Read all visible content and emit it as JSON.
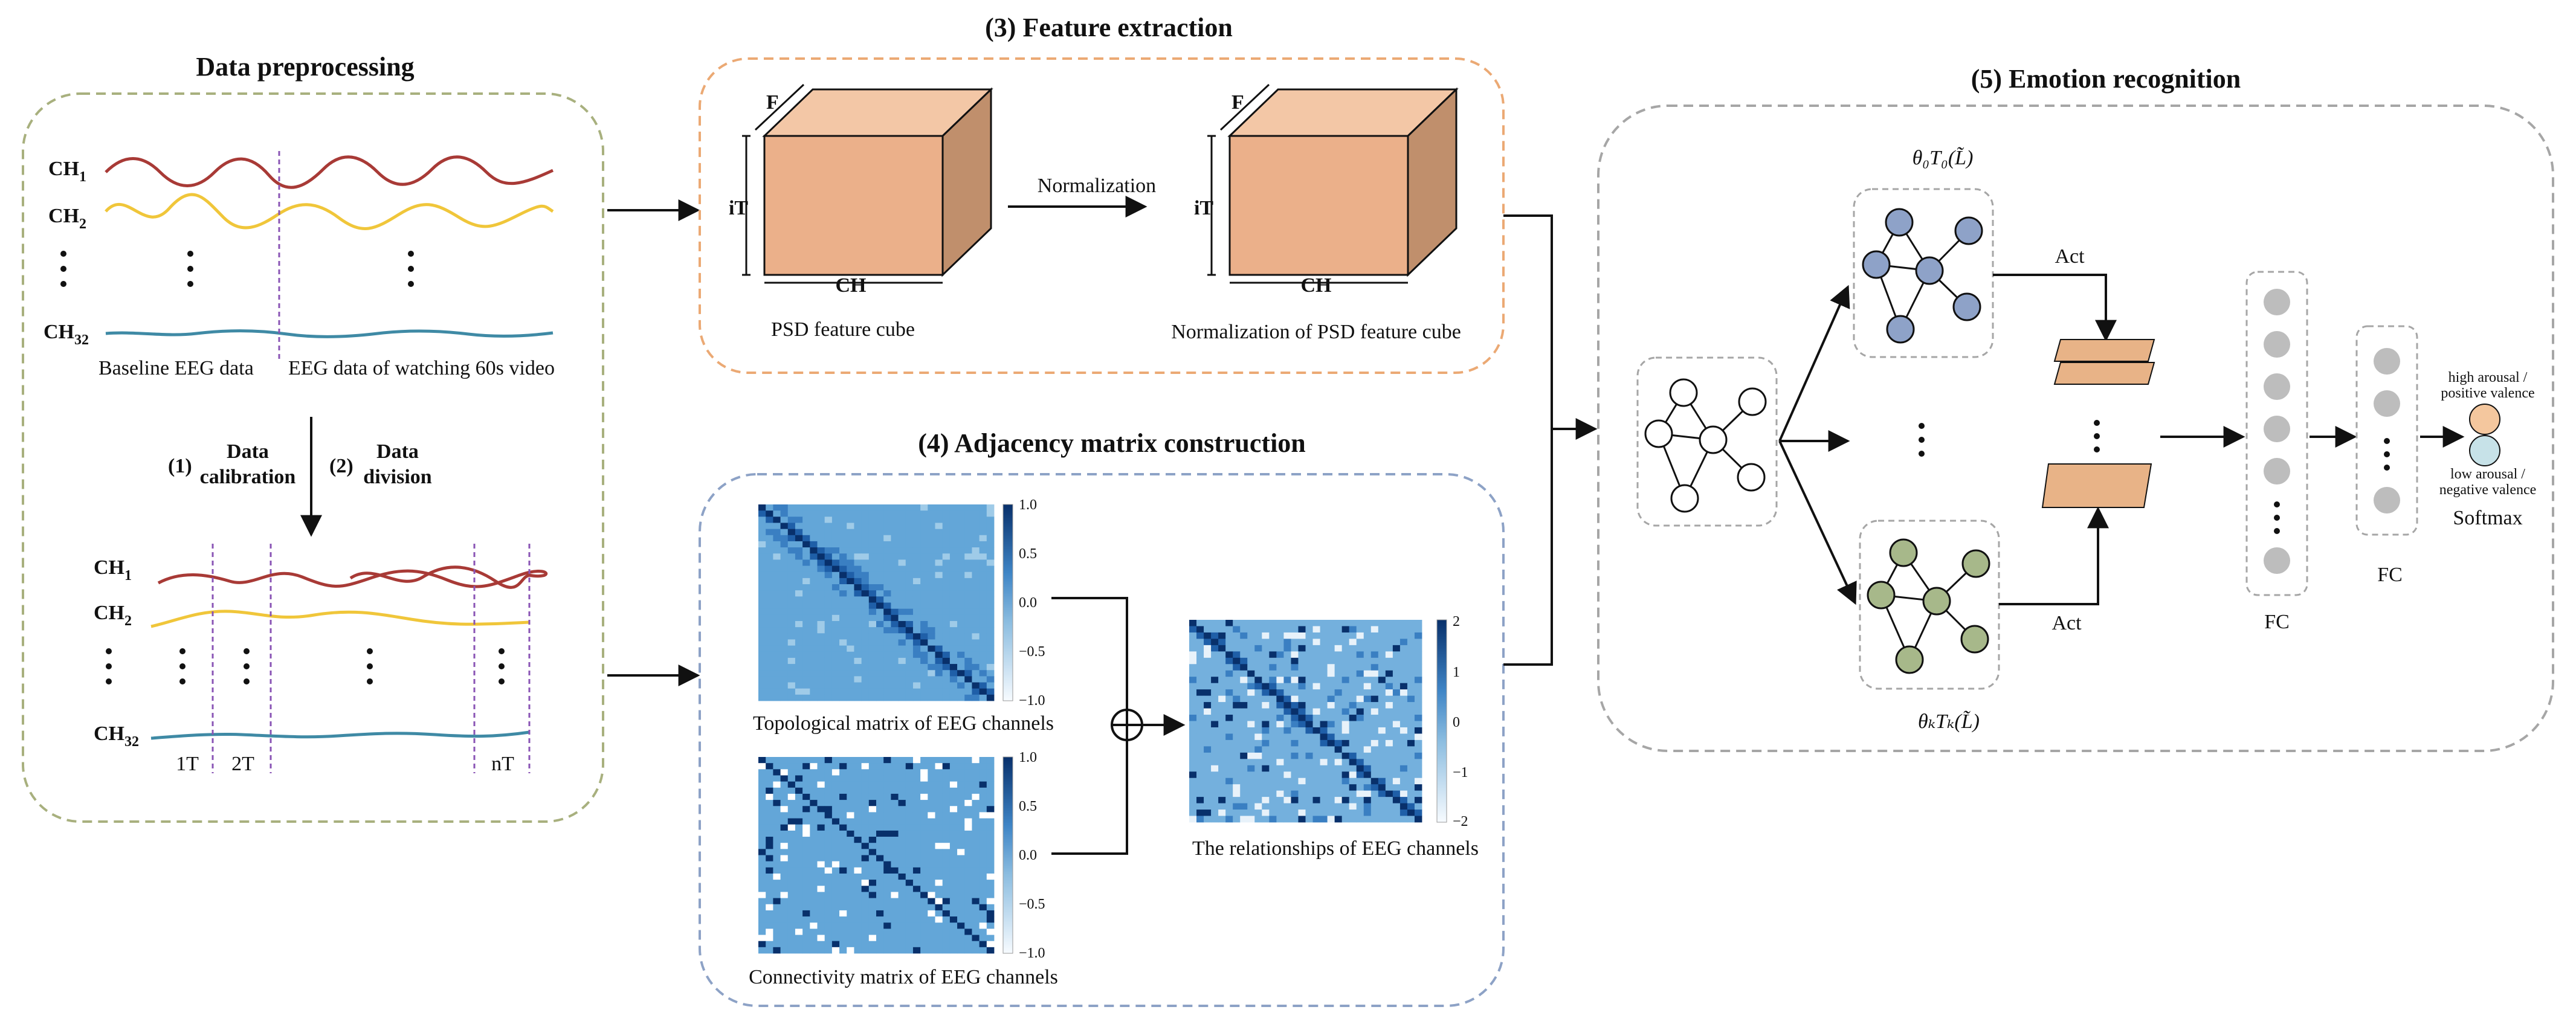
{
  "colors": {
    "panel1_border": "#a8b07e",
    "panel3_border": "#eba974",
    "panel4_border": "#8da2c6",
    "panel5_border": "#a6a6a6",
    "wave_red": "#a83a36",
    "wave_yellow": "#f0c63a",
    "wave_blue": "#3f8aa5",
    "divider_purple": "#8a54b5",
    "cube_front": "#ebb08a",
    "cube_top": "#f3c7a6",
    "cube_side": "#c08f6c",
    "node_blue": "#8ea2c8",
    "node_green": "#a7b88a",
    "node_white": "#ffffff",
    "feature_map": "#e8b387",
    "fc_node": "#bdbdbd",
    "out_high": "#f4c79e",
    "out_low": "#c7e2e8"
  },
  "panel1": {
    "title": "Data preprocessing",
    "channels": [
      "CH",
      "CH",
      "CH"
    ],
    "channel_subs": [
      "1",
      "2",
      "32"
    ],
    "baseline_label": "Baseline EEG data",
    "video_label": "EEG data of watching 60s video",
    "step1_num": "(1)",
    "step1_line1": "Data",
    "step1_line2": "calibration",
    "step2_num": "(2)",
    "step2_line1": "Data",
    "step2_line2": "division",
    "segments": [
      "1T",
      "2T",
      "nT"
    ]
  },
  "panel3": {
    "title": "(3) Feature extraction",
    "cube1_caption": "PSD feature cube",
    "cube2_caption": "Normalization of PSD feature cube",
    "axis_f": "F",
    "axis_it": "iT",
    "axis_ch": "CH",
    "arrow_label": "Normalization"
  },
  "panel4": {
    "title": "(4) Adjacency matrix construction",
    "topo_caption": "Topological matrix of EEG channels",
    "conn_caption": "Connectivity matrix of EEG channels",
    "rel_caption": "The relationships of EEG channels",
    "colorbar1_ticks": [
      "1.0",
      "0.5",
      "0.0",
      "−0.5",
      "−1.0"
    ],
    "colorbar2_ticks": [
      "1.0",
      "0.5",
      "0.0",
      "−0.5",
      "−1.0"
    ],
    "colorbar3_ticks": [
      "2",
      "1",
      "0",
      "−1",
      "−2"
    ],
    "plus_symbol": "⊕"
  },
  "panel5": {
    "title": "(5) Emotion recognition",
    "top_branch": "θ₀T₀(L̃)",
    "bottom_branch": "θₖTₖ(L̃)",
    "act_top": "Act",
    "act_bottom": "Act",
    "fc1": "FC",
    "fc2": "FC",
    "softmax": "Softmax",
    "high_line1": "high arousal /",
    "high_line2": "positive valence",
    "low_line1": "low arousal /",
    "low_line2": "negative valence"
  }
}
